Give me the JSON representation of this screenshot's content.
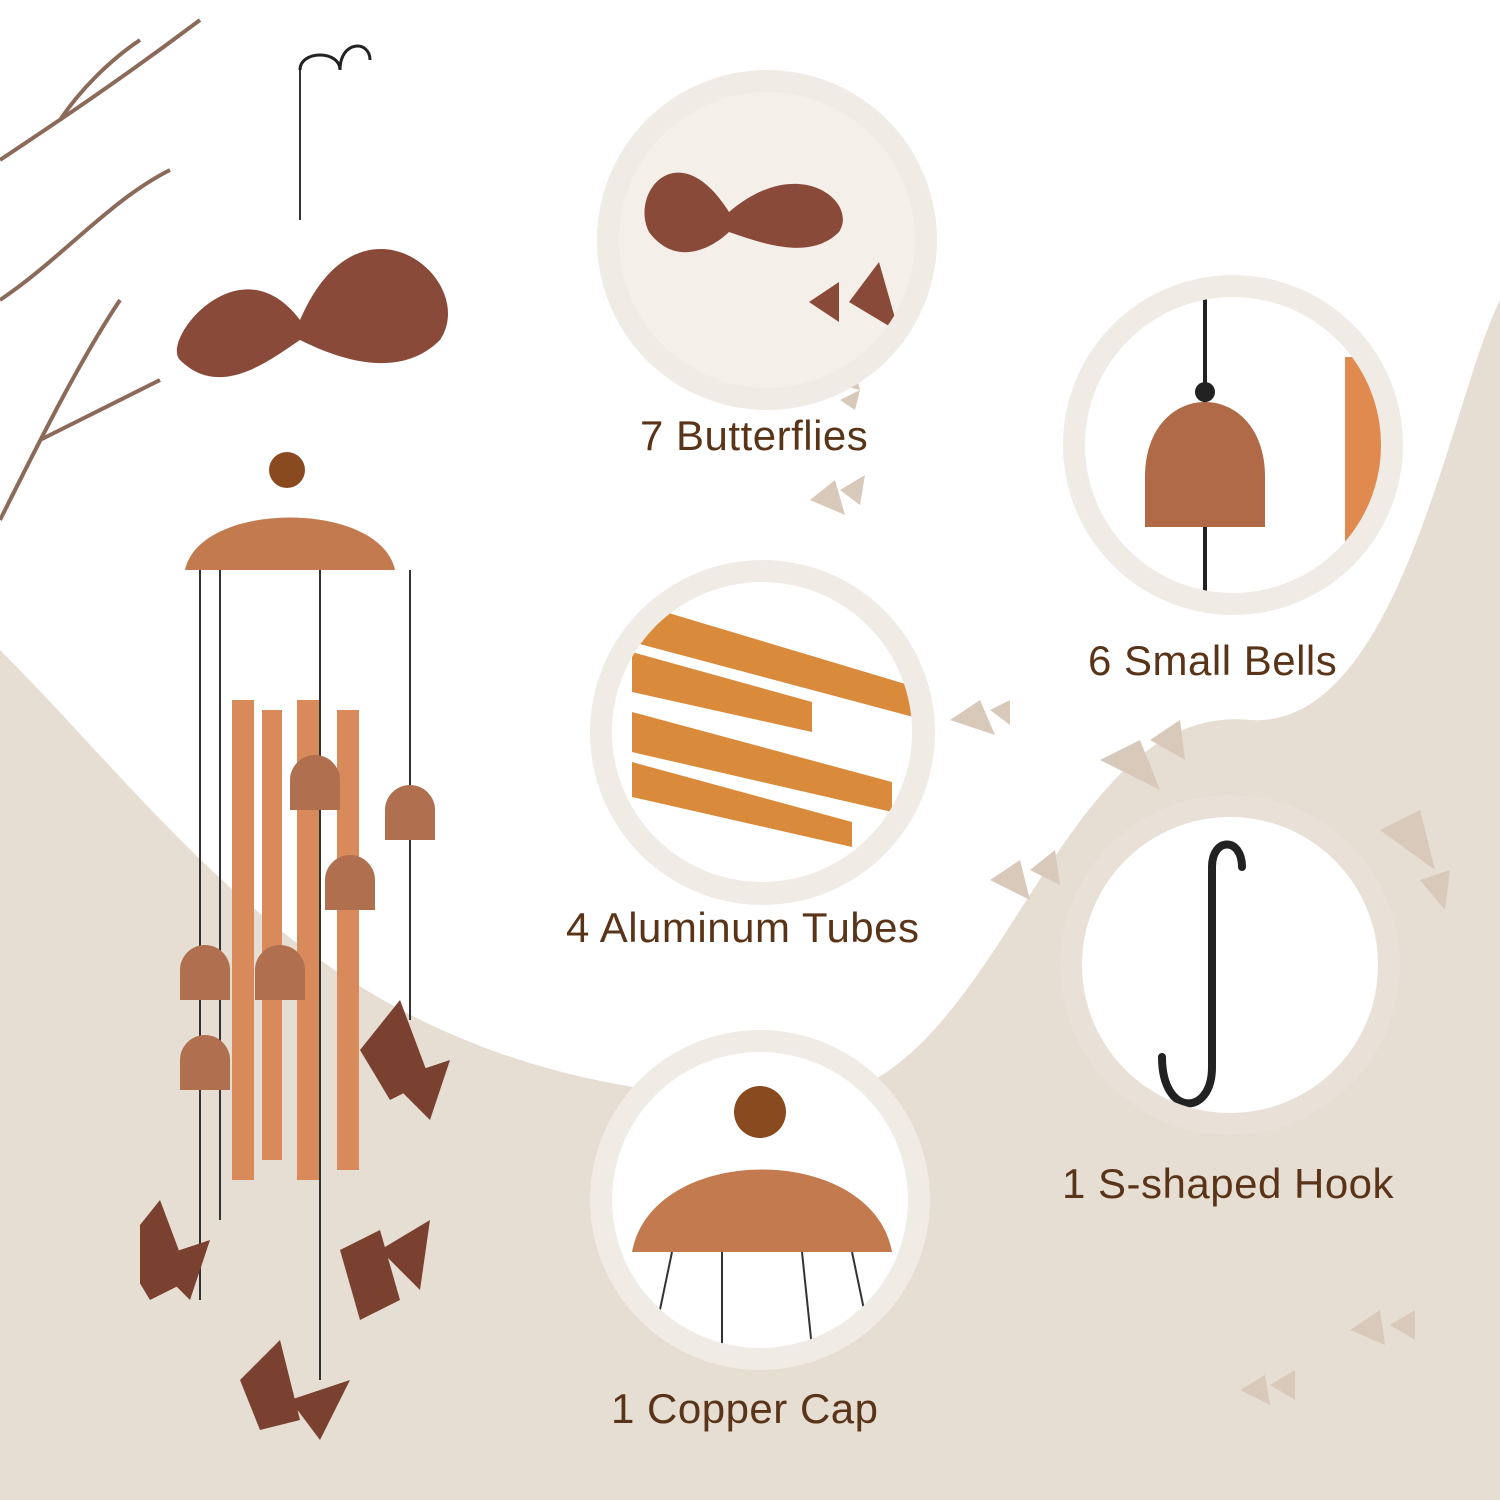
{
  "features": [
    {
      "id": "butterflies",
      "label": "7 Butterflies",
      "icon": "butterfly-icon"
    },
    {
      "id": "bells",
      "label": "6 Small Bells",
      "icon": "bell-icon"
    },
    {
      "id": "tubes",
      "label": "4 Aluminum Tubes",
      "icon": "tube-icon"
    },
    {
      "id": "hook",
      "label": "1 S-shaped Hook",
      "icon": "hook-icon"
    },
    {
      "id": "cap",
      "label": "1 Copper Cap",
      "icon": "cap-icon"
    }
  ],
  "colors": {
    "text": "#5a3418",
    "copper": "#c27a4e",
    "copper_dark": "#8a4a2e",
    "tube": "#d98a5a",
    "beige": "#e6ddd3",
    "circle_ring": "#f0ebe5",
    "butterfly_bg": "#d9c9bb"
  }
}
